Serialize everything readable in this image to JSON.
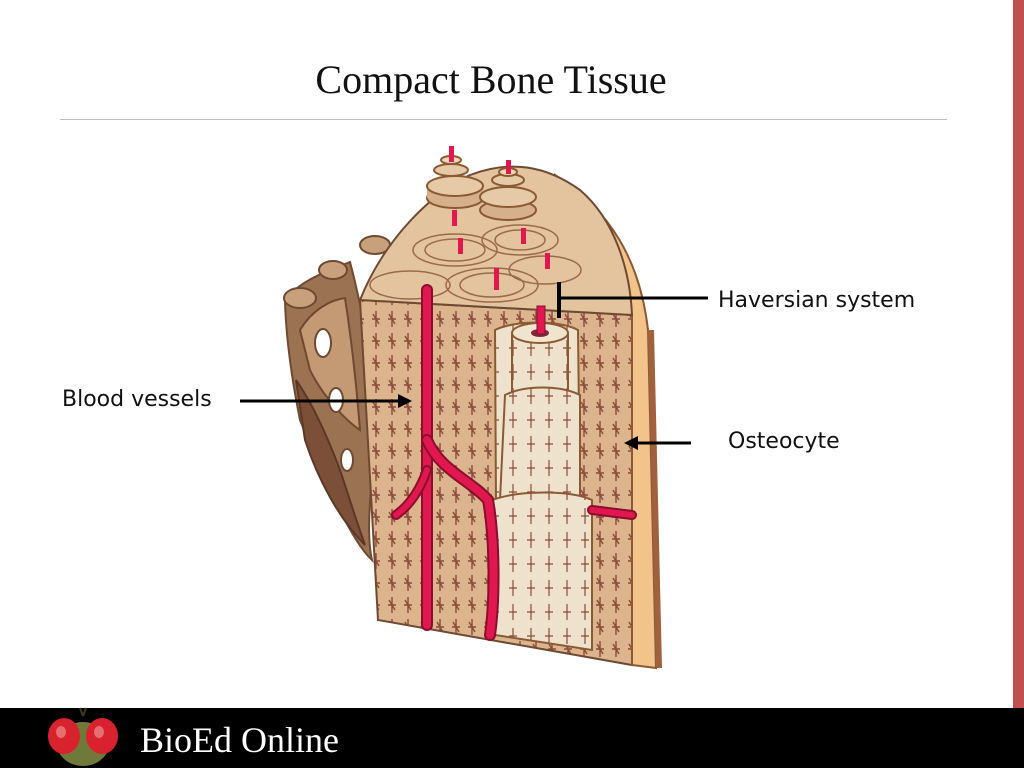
{
  "slide": {
    "title": "Compact Bone Tissue",
    "labels": {
      "haversian": "Haversian system",
      "blood_vessels": "Blood vessels",
      "osteocyte": "Osteocyte"
    }
  },
  "footer": {
    "brand": "BioEd Online",
    "logo_icon": "fruit-fly-icon"
  },
  "colors": {
    "accent_bar": "#c0504d",
    "footer_bg": "#000000",
    "bone": "#d9b38c",
    "vessel": "#e0184f",
    "cortex": "#f2c38a"
  }
}
